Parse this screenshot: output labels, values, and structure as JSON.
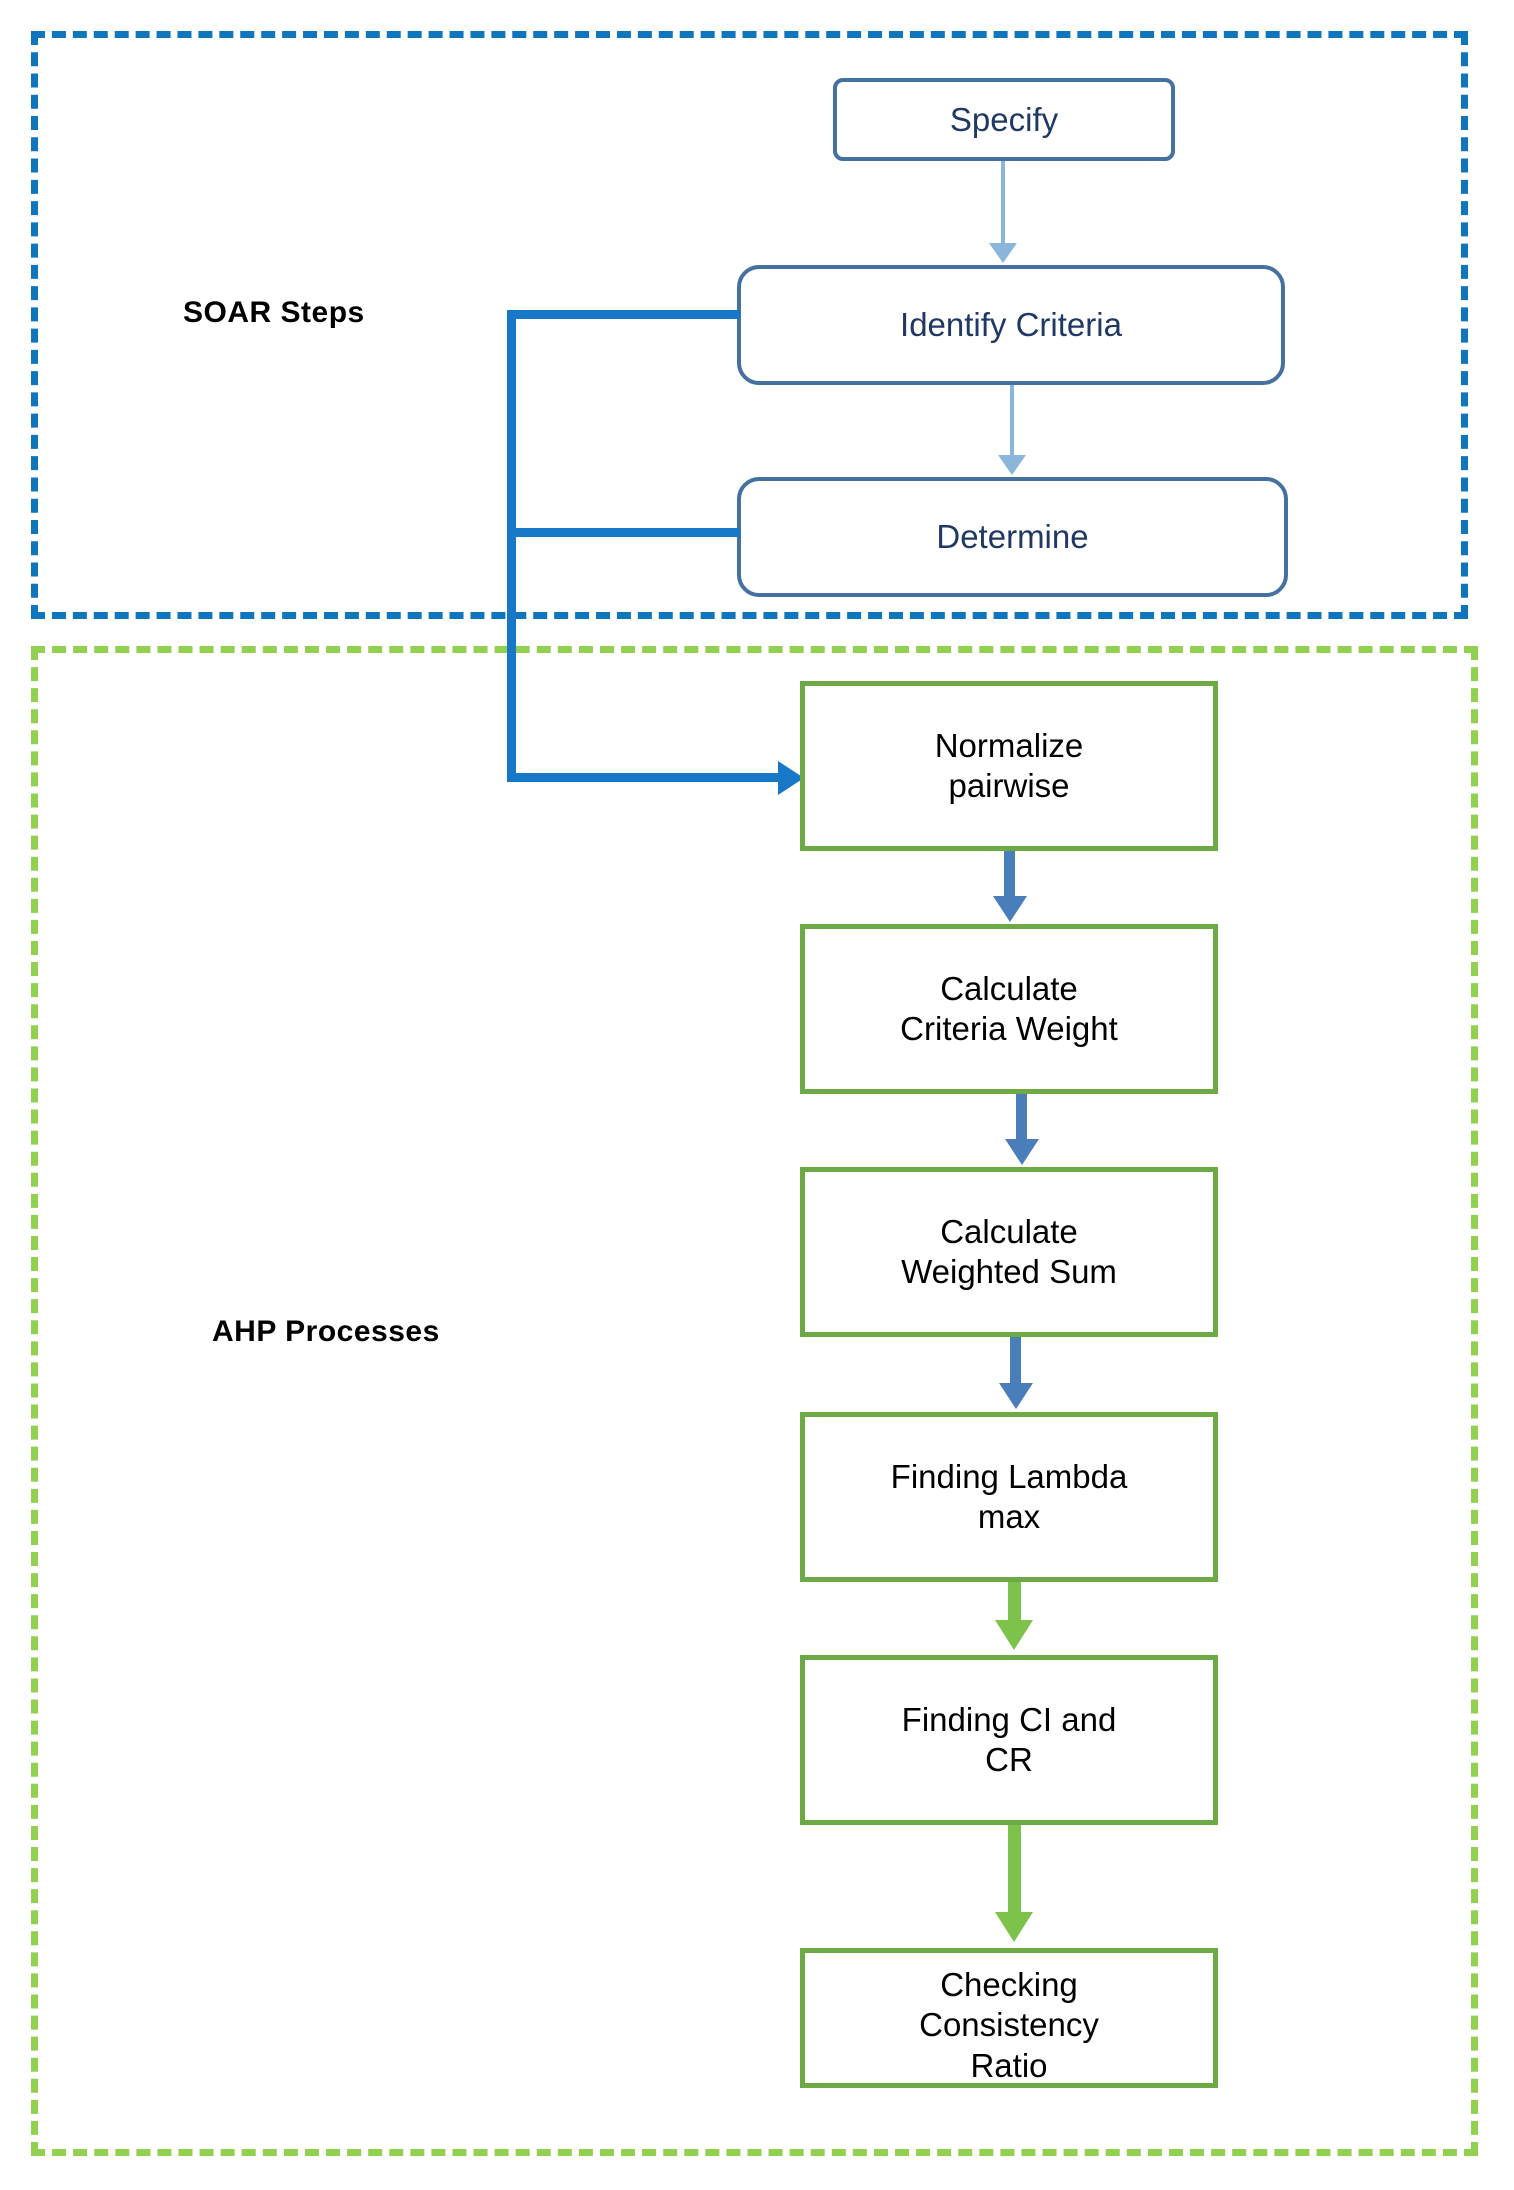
{
  "diagram": {
    "title_alt": "SOAR Steps and AHP Processes flowchart",
    "groups": [
      {
        "key": "soar",
        "label": "SOAR Steps",
        "color": "#0F75BC",
        "style": "dashed"
      },
      {
        "key": "ahp",
        "label": "AHP Processes",
        "color": "#92D050",
        "style": "dashed"
      }
    ],
    "soar_nodes": [
      {
        "id": "specify",
        "label": "Specify",
        "shape": "rounded-rect",
        "border_color": "#44719F",
        "text_color": "#1F3864"
      },
      {
        "id": "identify-criteria",
        "label": "Identify Criteria",
        "shape": "rounded-rect",
        "border_color": "#44719F",
        "text_color": "#1F3864"
      },
      {
        "id": "determine",
        "label": "Determine",
        "shape": "rounded-rect",
        "border_color": "#44719F",
        "text_color": "#1F3864"
      }
    ],
    "ahp_nodes": [
      {
        "id": "normalize",
        "line1": "Normalize",
        "line2": "pairwise",
        "shape": "rect",
        "border_color": "#6DAA46",
        "text_color": "#000000"
      },
      {
        "id": "criteria-weight",
        "line1": "Calculate",
        "line2": "Criteria Weight",
        "shape": "rect",
        "border_color": "#6DAA46",
        "text_color": "#000000"
      },
      {
        "id": "weighted-sum",
        "line1": "Calculate",
        "line2": "Weighted Sum",
        "shape": "rect",
        "border_color": "#6DAA46",
        "text_color": "#000000"
      },
      {
        "id": "lambda-max",
        "line1": "Finding Lambda",
        "line2": "max",
        "shape": "rect",
        "border_color": "#6DAA46",
        "text_color": "#000000"
      },
      {
        "id": "ci-cr",
        "line1": "Finding CI and",
        "line2": "CR",
        "shape": "rect",
        "border_color": "#6DAA46",
        "text_color": "#000000"
      },
      {
        "id": "checking",
        "line1": "Checking",
        "line2": "Consistency",
        "line3": "Ratio",
        "shape": "rect",
        "border_color": "#6DAA46",
        "text_color": "#000000"
      }
    ],
    "edges": [
      {
        "from": "specify",
        "to": "identify-criteria",
        "color": "#8AB6DC",
        "style": "thin-arrow-down"
      },
      {
        "from": "identify-criteria",
        "to": "determine",
        "color": "#8AB6DC",
        "style": "thin-arrow-down"
      },
      {
        "from": "identify-criteria",
        "to": "normalize",
        "color": "#1878C8",
        "style": "bracket-elbow-arrow"
      },
      {
        "from": "determine",
        "to": "normalize",
        "color": "#1878C8",
        "style": "bracket-elbow-arrow"
      },
      {
        "from": "normalize",
        "to": "criteria-weight",
        "color": "#4A7EBB",
        "style": "arrow-down"
      },
      {
        "from": "criteria-weight",
        "to": "weighted-sum",
        "color": "#4A7EBB",
        "style": "arrow-down"
      },
      {
        "from": "weighted-sum",
        "to": "lambda-max",
        "color": "#4A7EBB",
        "style": "arrow-down"
      },
      {
        "from": "lambda-max",
        "to": "ci-cr",
        "color": "#7DC24B",
        "style": "arrow-down"
      },
      {
        "from": "ci-cr",
        "to": "checking",
        "color": "#7DC24B",
        "style": "arrow-down"
      }
    ]
  }
}
